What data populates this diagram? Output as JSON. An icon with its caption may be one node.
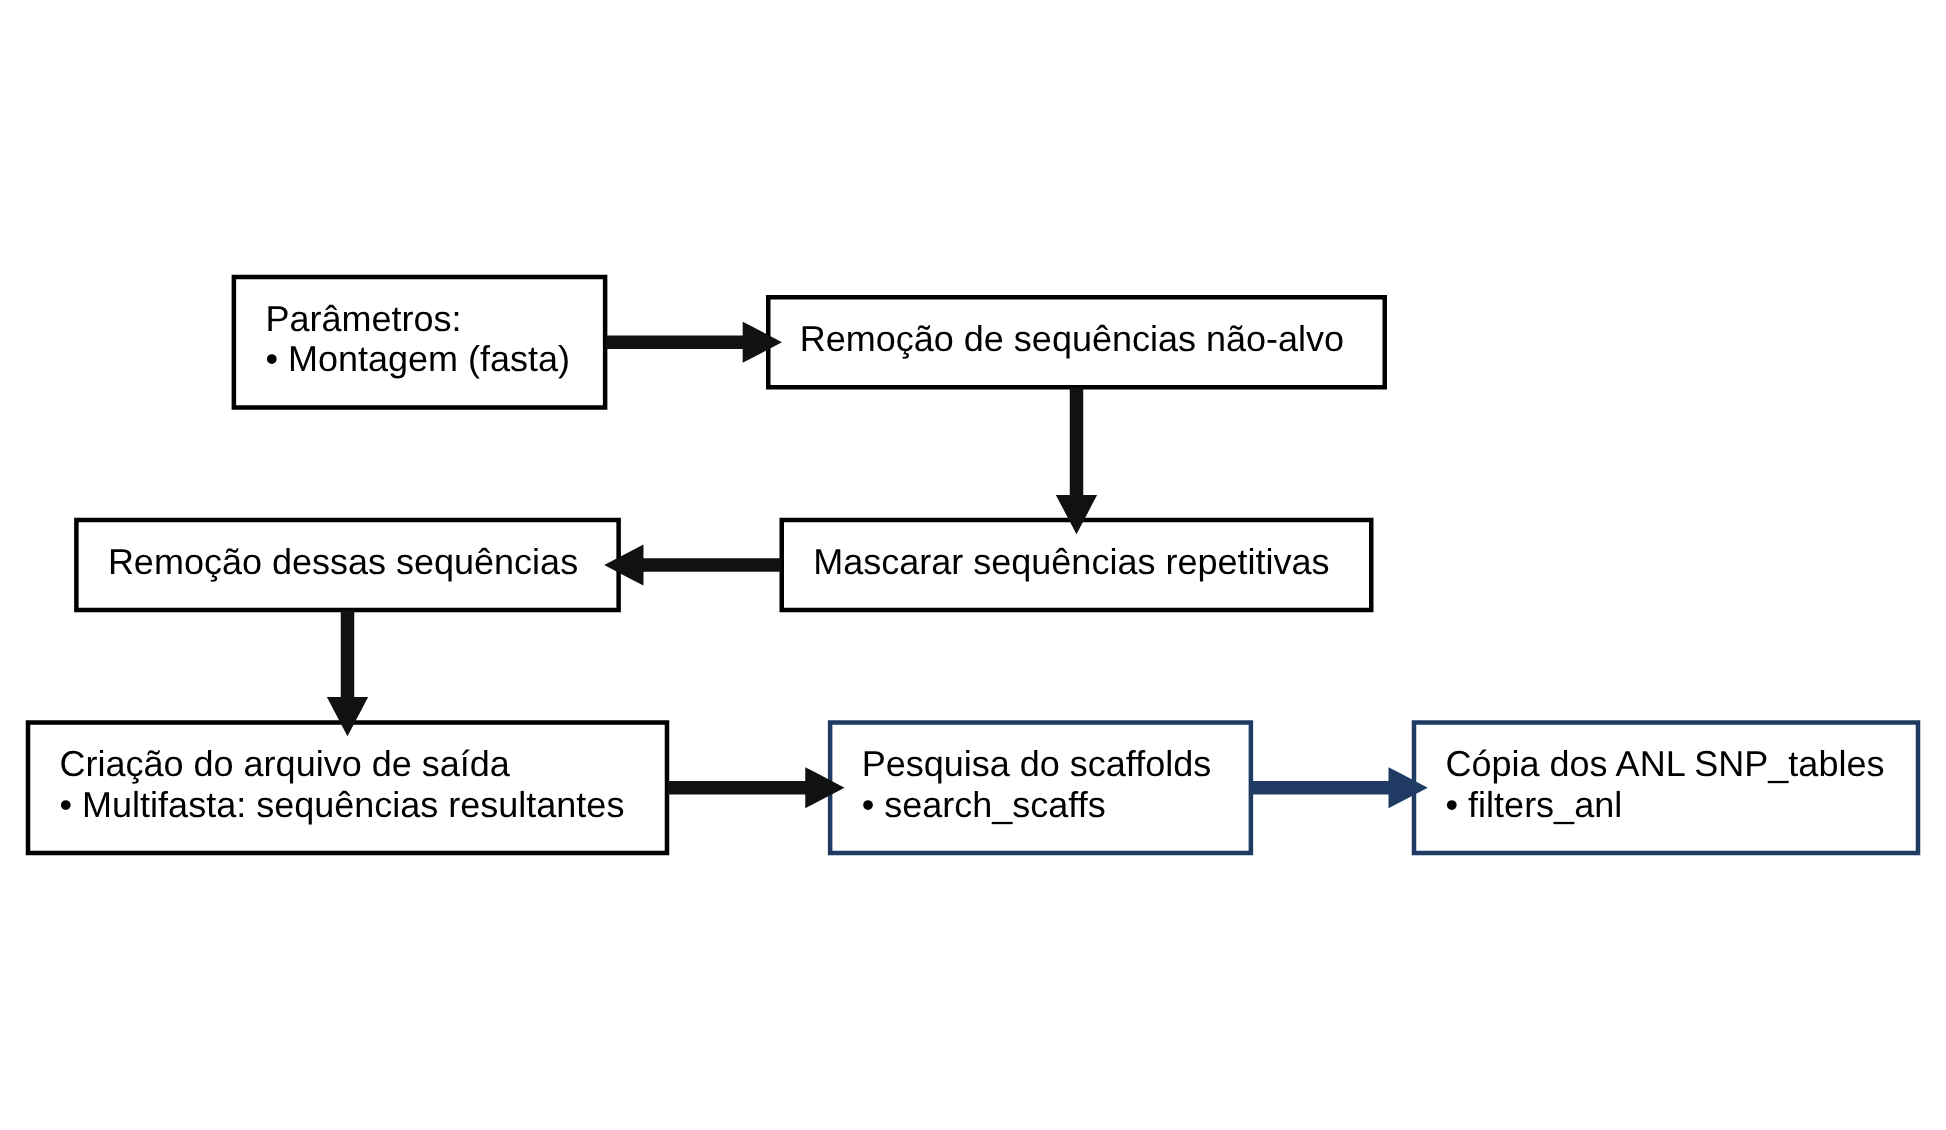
{
  "diagram": {
    "nodes": [
      {
        "text": [
          "Parâmetros:",
          "• Montagem (fasta)"
        ]
      },
      {
        "text": [
          "Remoção de sequências não-alvo"
        ]
      },
      {
        "text": [
          "Mascarar sequências repetitivas"
        ]
      },
      {
        "text": [
          "Remoção dessas sequências"
        ]
      },
      {
        "text": [
          "Criação do arquivo de saída",
          "• Multifasta: sequências resultantes"
        ]
      },
      {
        "text": [
          "Pesquisa do scaffolds",
          "• search_scaffs"
        ]
      },
      {
        "text": [
          "Cópia dos ANL SNP_tables",
          "• filters_anl"
        ]
      }
    ],
    "edges": [
      {
        "from": 0,
        "to": 1,
        "arrow": "to"
      },
      {
        "from": 1,
        "to": 2,
        "arrow": "to"
      },
      {
        "from": 2,
        "to": 3,
        "arrow": "to"
      },
      {
        "from": 3,
        "to": 4,
        "arrow": "to"
      },
      {
        "from": 4,
        "to": 5,
        "arrow": "to"
      },
      {
        "from": 5,
        "to": 6,
        "arrow": "to",
        "color": "#1f3b63"
      }
    ]
  }
}
